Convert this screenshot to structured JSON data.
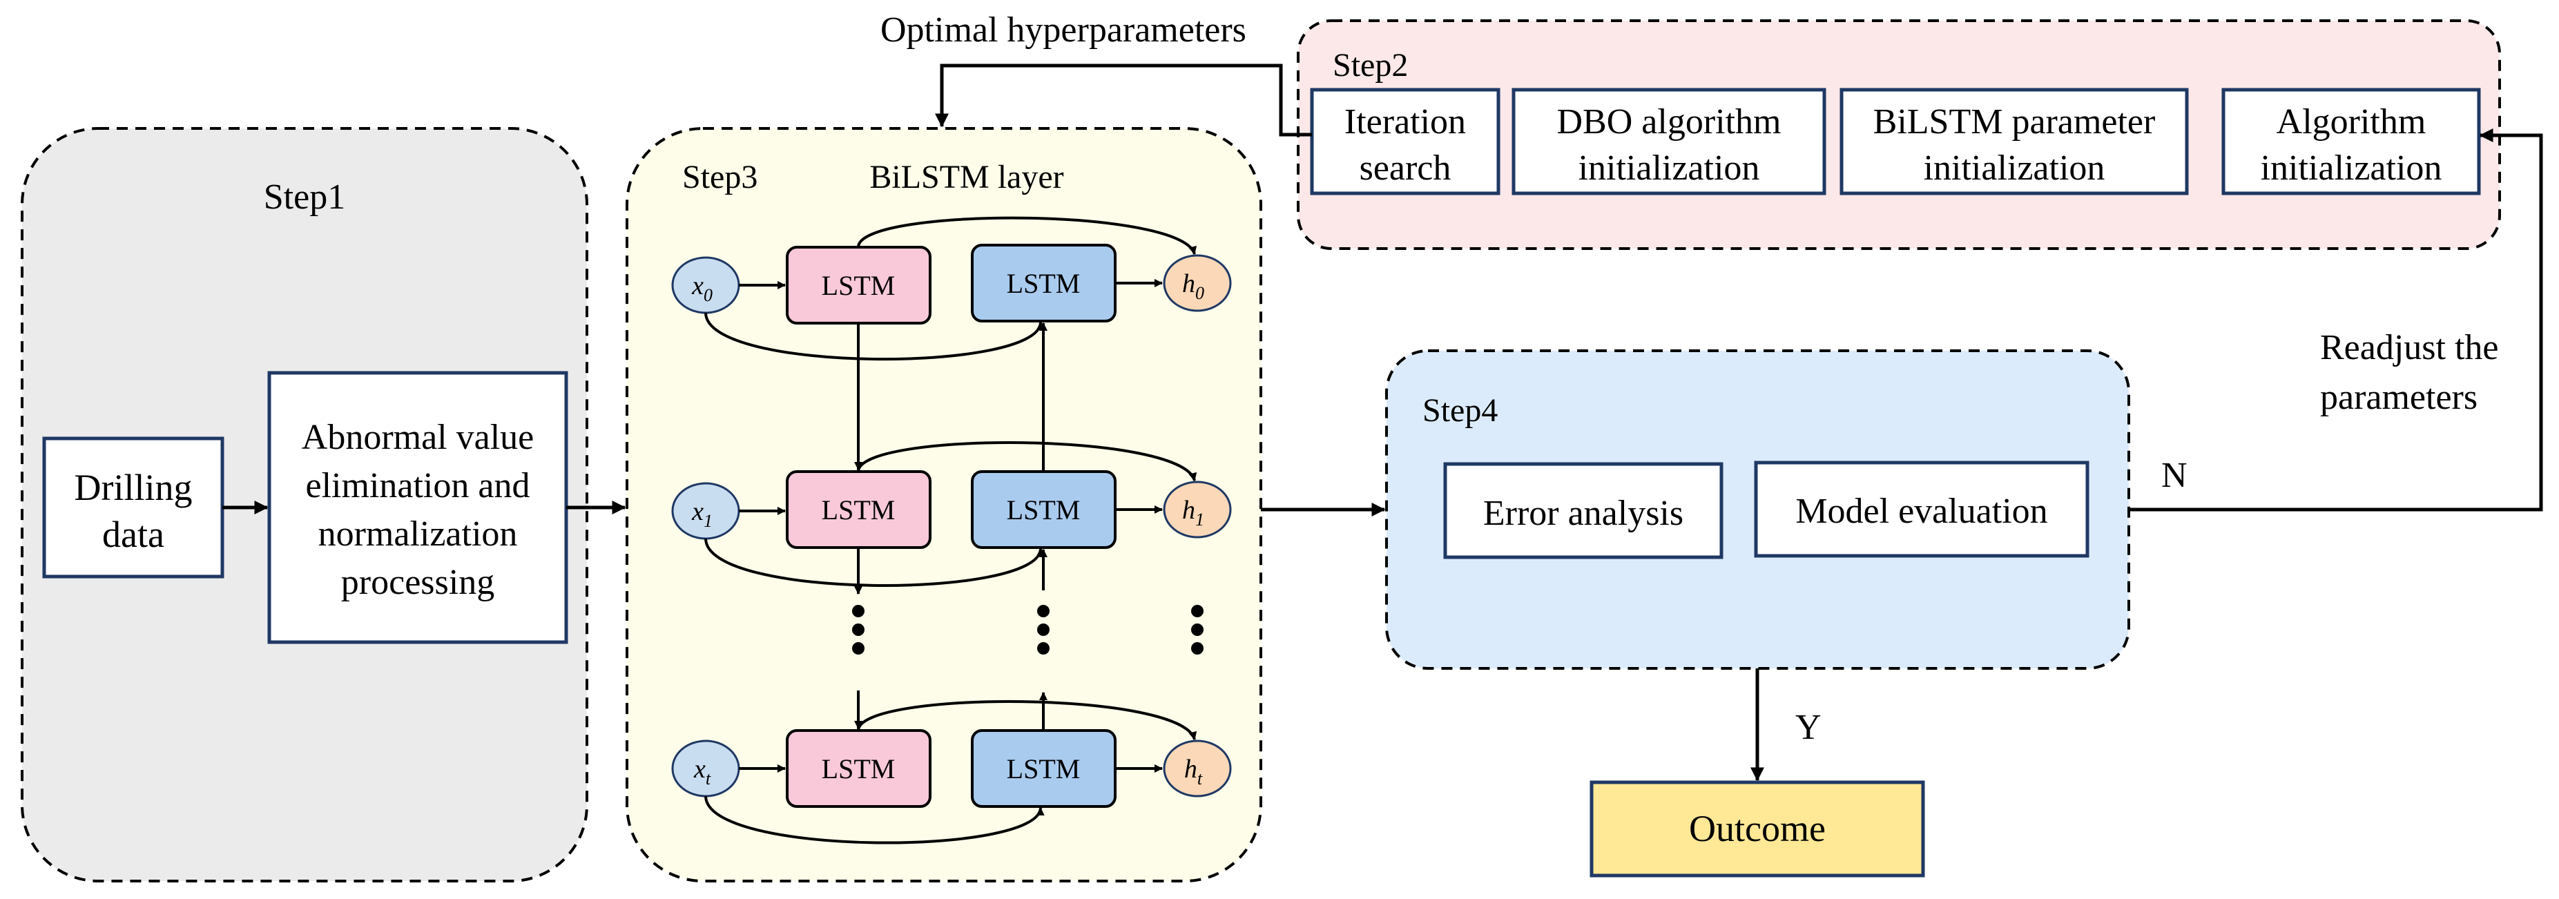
{
  "colors": {
    "step1_fill": "#ebebeb",
    "step2_fill": "#fce8e8",
    "step3_fill": "#fdfdea",
    "step4_fill": "#dcebfb",
    "lstm_pink": "#f9c9d9",
    "lstm_blue": "#a9cbee",
    "input_node": "#c9ddf0",
    "output_node": "#fad8b8",
    "outcome": "#ffe896",
    "box_border": "#1f3864",
    "line": "#000000"
  },
  "step1": {
    "title": "Step1",
    "drilling_data": [
      "Drilling",
      "data"
    ],
    "preprocess": [
      "Abnormal value",
      "elimination and",
      "normalization",
      "processing"
    ]
  },
  "step2": {
    "title": "Step2",
    "boxes": [
      [
        "Iteration",
        "search"
      ],
      [
        "DBO algorithm",
        "initialization"
      ],
      [
        "BiLSTM parameter",
        "initialization"
      ],
      [
        "Algorithm",
        "initialization"
      ]
    ]
  },
  "step3": {
    "title": "Step3",
    "layer_label": "BiLSTM layer",
    "cell_label": "LSTM",
    "inputs": [
      {
        "base": "x",
        "sub": "0"
      },
      {
        "base": "x",
        "sub": "1"
      },
      {
        "base": "x",
        "sub": "t"
      }
    ],
    "outputs": [
      {
        "base": "h",
        "sub": "0"
      },
      {
        "base": "h",
        "sub": "1"
      },
      {
        "base": "h",
        "sub": "t"
      }
    ]
  },
  "step4": {
    "title": "Step4",
    "error_analysis": "Error analysis",
    "model_evaluation": "Model evaluation"
  },
  "labels": {
    "optimal_hyperparameters": "Optimal hyperparameters",
    "readjust": [
      "Readjust the",
      "parameters"
    ],
    "no": "N",
    "yes": "Y",
    "outcome": "Outcome"
  }
}
